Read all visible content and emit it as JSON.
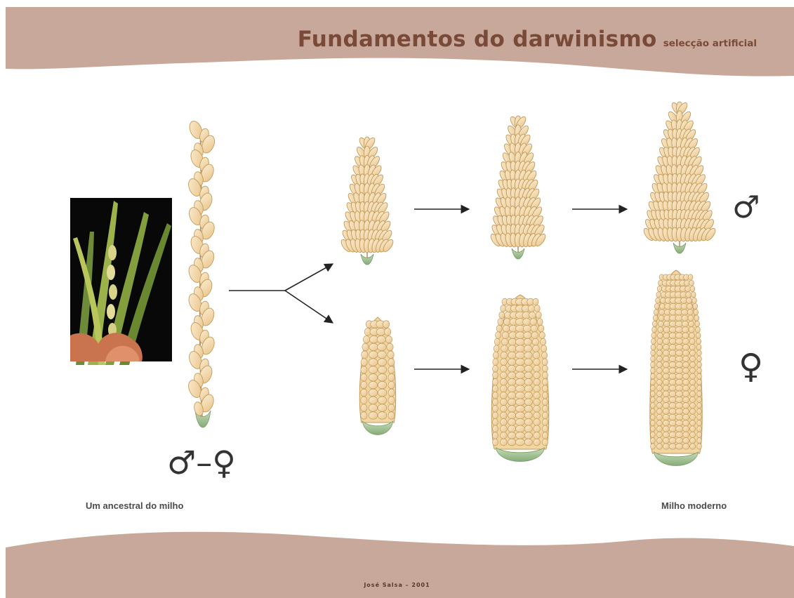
{
  "title": {
    "main": "Fundamentos do darwinismo",
    "sub": "selecção artificial"
  },
  "captions": {
    "ancestor": "Um ancestral do milho",
    "modern": "Milho moderno"
  },
  "symbols": {
    "both": "♂–♀",
    "male": "♂",
    "female": "♀"
  },
  "credit": "José Salsa – 2001",
  "colors": {
    "band": "#c8a89a",
    "title": "#7a4a38",
    "kernel": "#f3d9a8",
    "kernel_stroke": "#c19a5b",
    "husk": "#9fbe90",
    "arrow": "#222222"
  },
  "stages": {
    "ancestor": [
      "photo",
      "wild-spike"
    ],
    "male": [
      "tassel-small",
      "tassel-medium",
      "tassel-large"
    ],
    "female": [
      "cob-small",
      "cob-medium",
      "cob-large"
    ]
  }
}
